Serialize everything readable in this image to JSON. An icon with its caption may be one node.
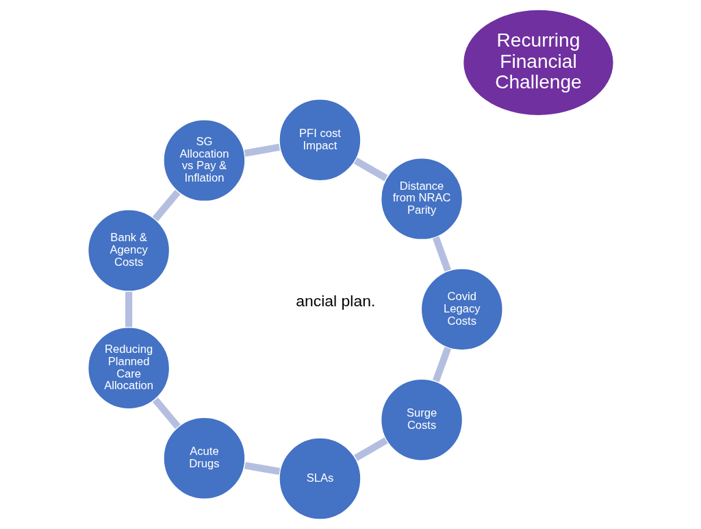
{
  "diagram": {
    "nodes": [
      {
        "text": [
          "Recurring Financial Challenge"
        ]
      },
      {
        "text": [
          "Surge Costs"
        ]
      },
      {
        "text": [
          "SLAs"
        ]
      },
      {
        "text": [
          "Acute Drugs"
        ]
      },
      {
        "text": [
          "Reducing Planned Care Allocation"
        ]
      },
      {
        "text": [
          "Bank & Agency Costs"
        ]
      },
      {
        "text": [
          "SG Allocation vs Pay & Inflation"
        ]
      },
      {
        "text": [
          "PFI cost Impact"
        ]
      },
      {
        "text": [
          "Distance from NRAC Parity"
        ]
      },
      {
        "text": [
          "Covid Legacy Costs"
        ]
      }
    ],
    "edges": [
      {
        "from": 1,
        "to": 2,
        "arrow": "none"
      },
      {
        "from": 2,
        "to": 3,
        "arrow": "none"
      },
      {
        "from": 3,
        "to": 4,
        "arrow": "none"
      },
      {
        "from": 4,
        "to": 5,
        "arrow": "none"
      },
      {
        "from": 5,
        "to": 6,
        "arrow": "none"
      },
      {
        "from": 6,
        "to": 7,
        "arrow": "none"
      },
      {
        "from": 7,
        "to": 8,
        "arrow": "none"
      },
      {
        "from": 8,
        "to": 9,
        "arrow": "none"
      },
      {
        "from": 9,
        "to": 1,
        "arrow": "none"
      }
    ],
    "labels": [
      "ancial plan."
    ]
  }
}
